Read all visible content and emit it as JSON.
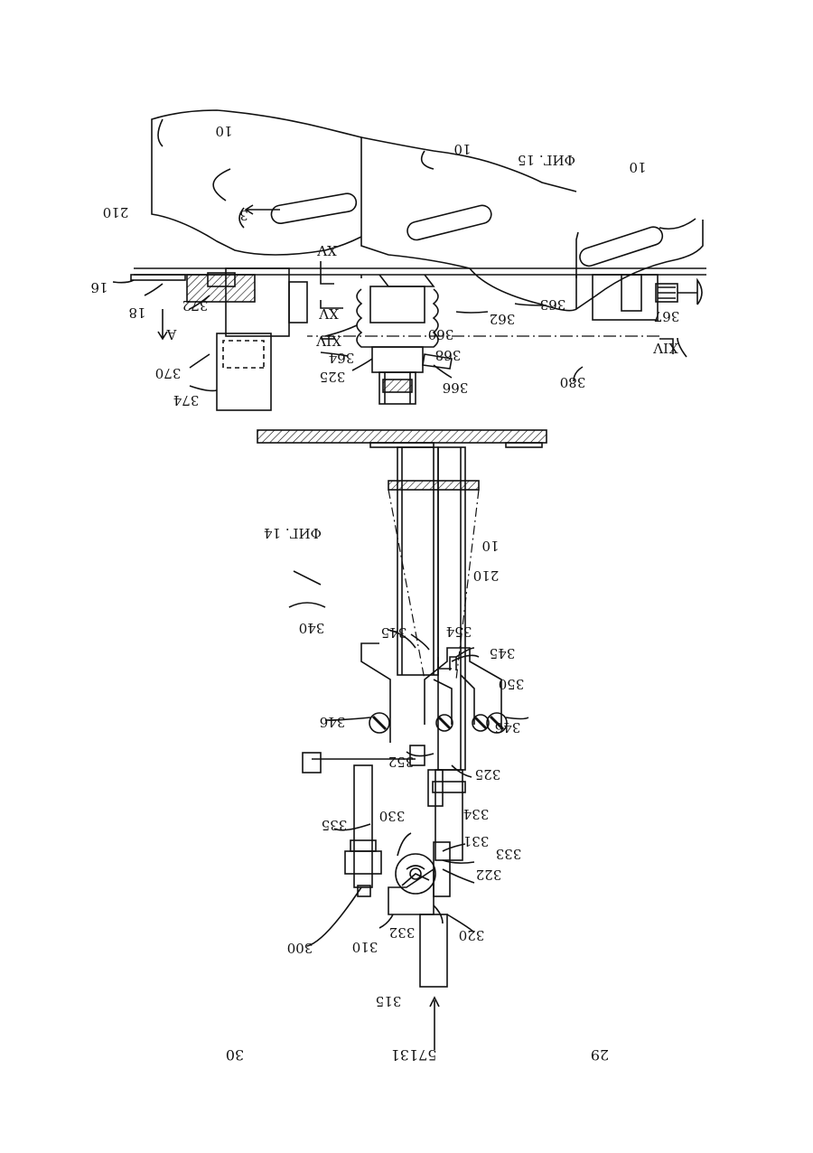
{
  "page": {
    "left_page_number": "29",
    "center_number": "57131",
    "right_page_number": "30"
  },
  "figures": {
    "fig15": {
      "caption": "ФИГ. 15",
      "labels": {
        "ref_10_a": "10",
        "ref_10_b": "10",
        "ref_10_c": "10",
        "ref_210": "210",
        "ref_3": "3",
        "ref_16": "16",
        "ref_18": "18",
        "ref_372": "372",
        "ref_370": "370",
        "ref_374": "374",
        "ref_A": "A",
        "ref_XV_a": "XV",
        "ref_XV_b": "XV",
        "ref_XIV_a": "XIV",
        "ref_XIV_b": "XIV",
        "ref_364": "364",
        "ref_325": "325",
        "ref_368": "368",
        "ref_366": "366",
        "ref_360": "360",
        "ref_362": "362",
        "ref_363": "363",
        "ref_380": "380",
        "ref_367": "367"
      }
    },
    "fig14": {
      "caption": "ФИГ. 14",
      "labels": {
        "ref_10": "10",
        "ref_210": "210",
        "ref_340": "340",
        "ref_345_a": "345",
        "ref_345_b": "345",
        "ref_354": "354",
        "ref_350": "350",
        "ref_346_a": "346",
        "ref_346_b": "346",
        "ref_352": "352",
        "ref_325": "325",
        "ref_335": "335",
        "ref_330": "330",
        "ref_334": "334",
        "ref_331": "331",
        "ref_333": "333",
        "ref_322": "322",
        "ref_332": "332",
        "ref_320": "320",
        "ref_310": "310",
        "ref_300": "300",
        "ref_315": "315"
      }
    }
  }
}
